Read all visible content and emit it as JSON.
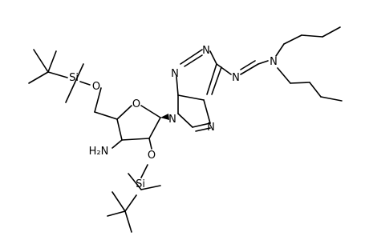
{
  "molecule": {
    "atoms": {
      "si_top": "Si",
      "o_top": "O",
      "o_ring": "O",
      "n9": "N",
      "n7": "N",
      "n3": "N",
      "n1": "N",
      "n_imine": "N",
      "n_amine": "N",
      "nh2": "H₂N",
      "o_bottom": "O",
      "si_bottom": "Si"
    }
  }
}
